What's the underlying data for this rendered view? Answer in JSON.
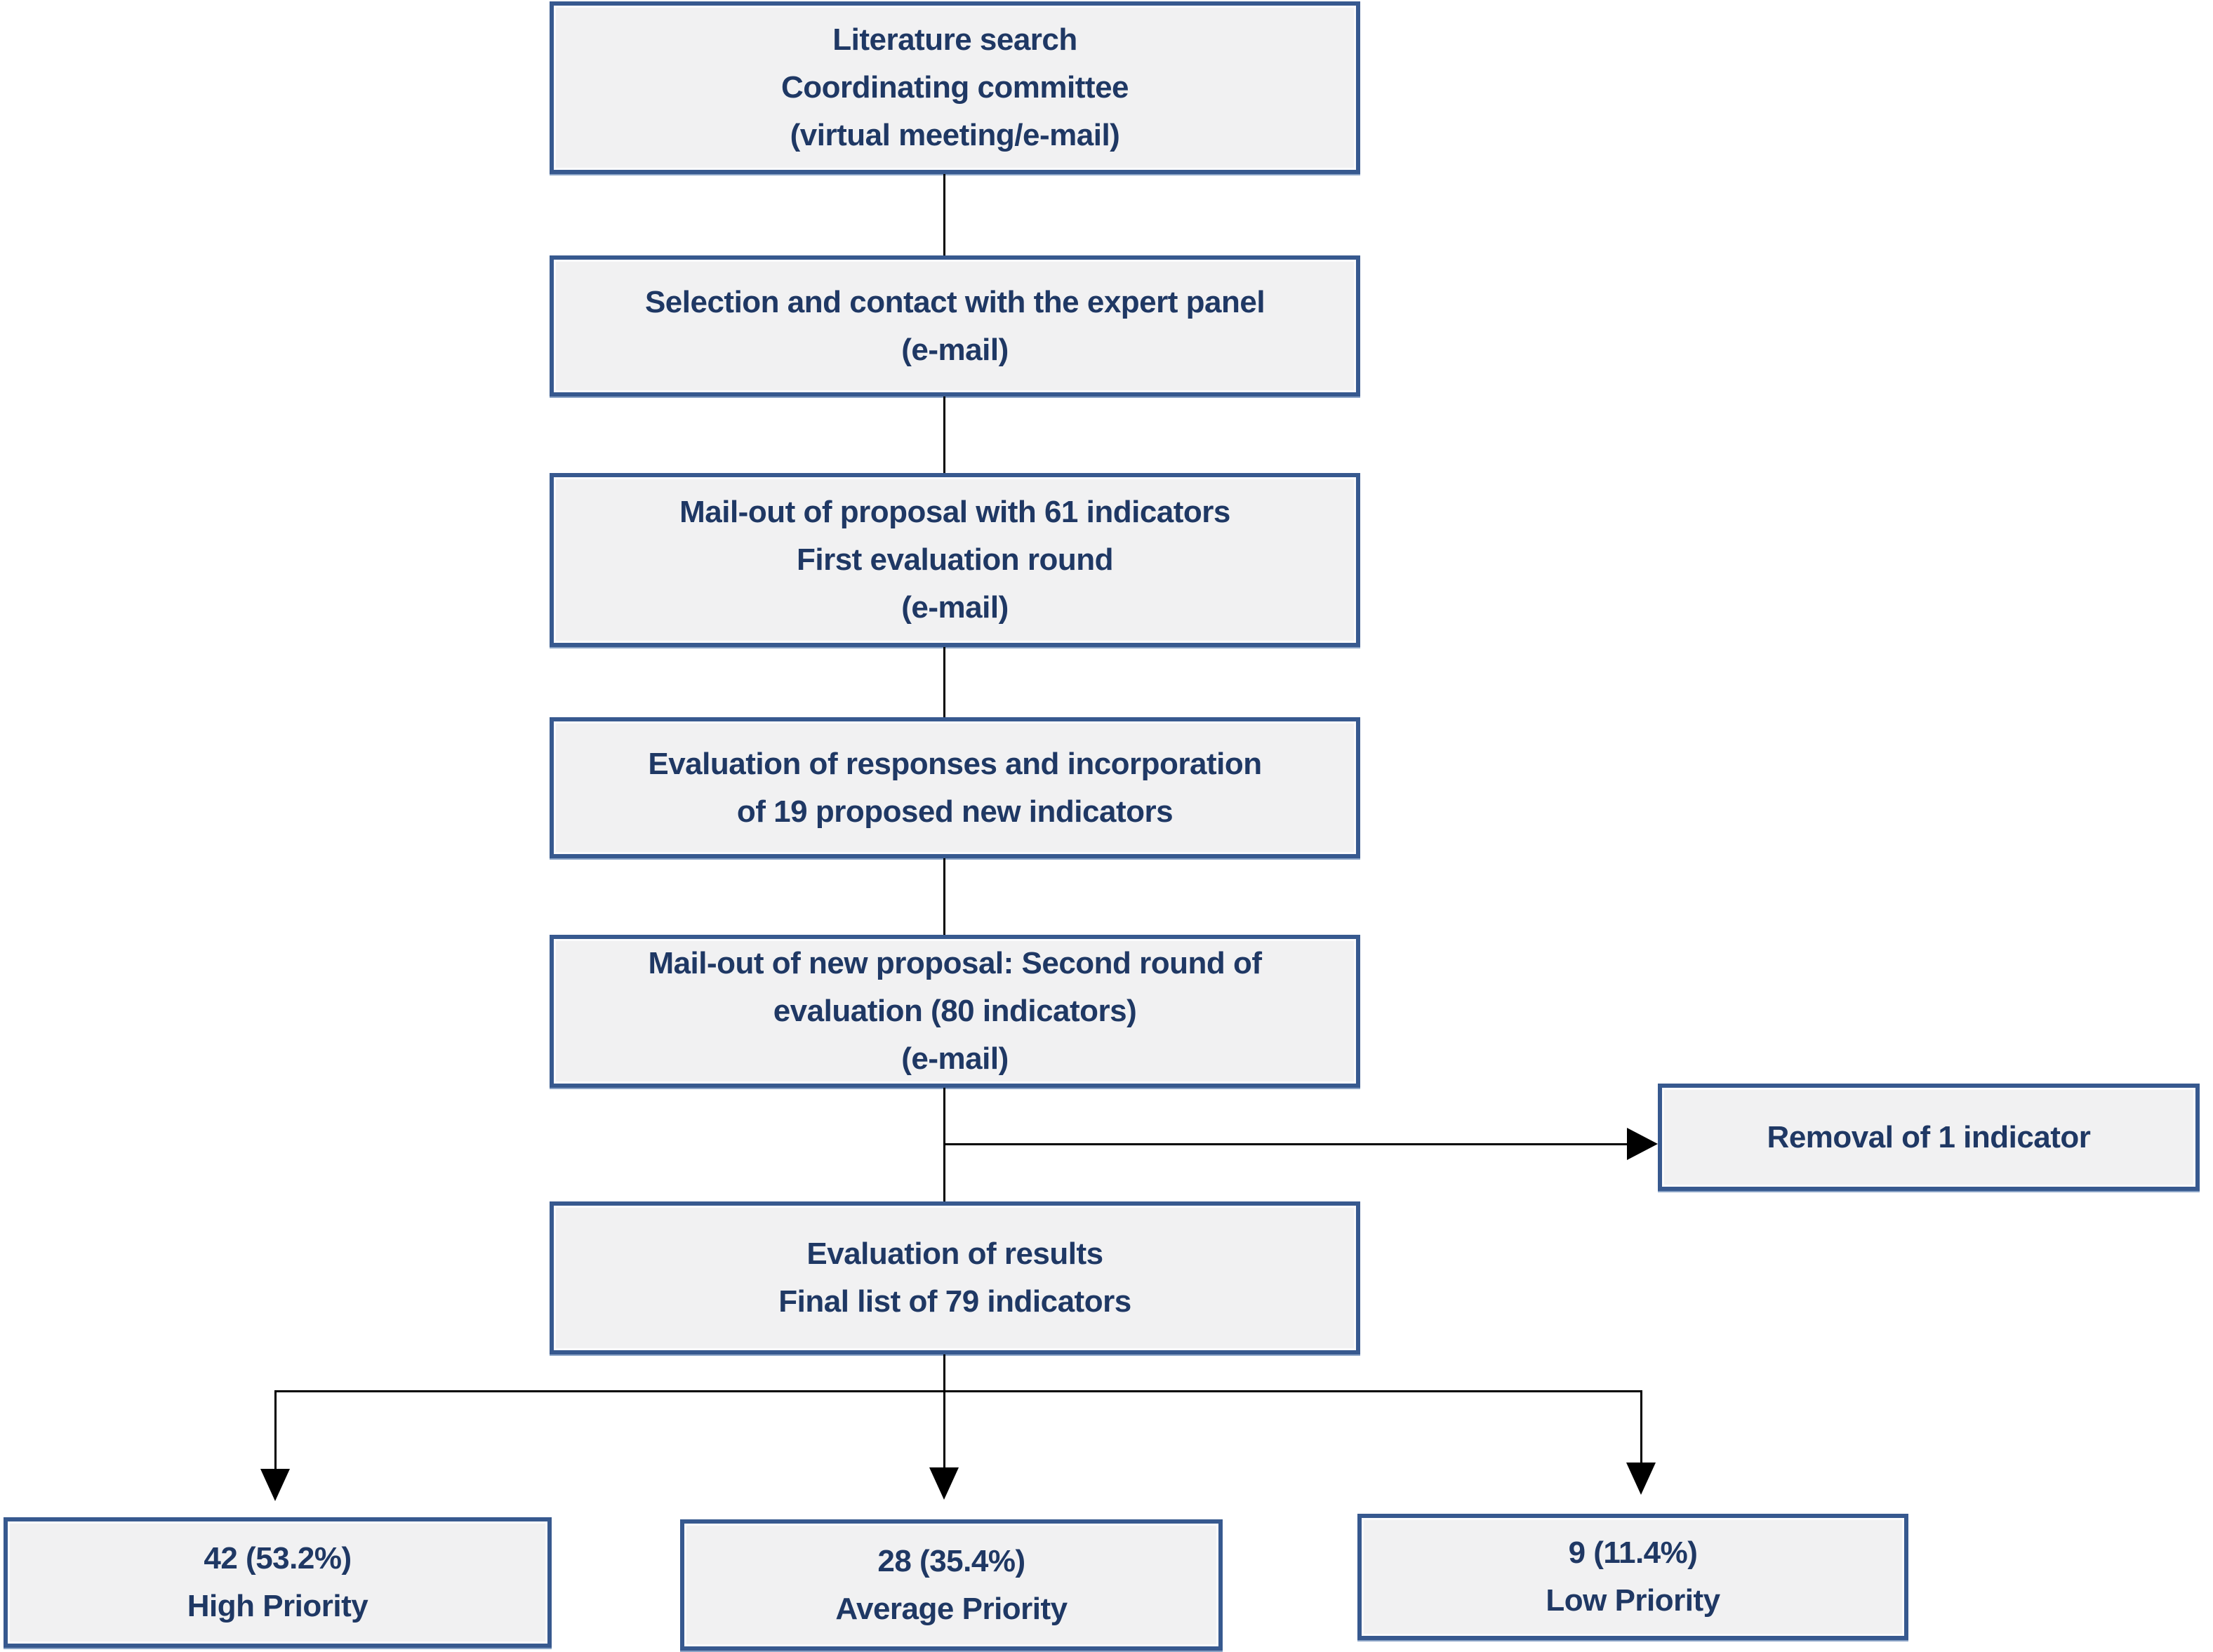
{
  "diagram": {
    "colors": {
      "border": "#37598f",
      "fill": "#f1f1f2",
      "text": "#1f3864",
      "connector": "#000000"
    },
    "boxes": {
      "literature": {
        "lines": [
          "Literature search",
          "Coordinating committee",
          "(virtual meeting/e-mail)"
        ]
      },
      "selection": {
        "lines": [
          "Selection and contact with the expert panel",
          "(e-mail)"
        ]
      },
      "mailout_first": {
        "lines": [
          "Mail-out of proposal with 61 indicators",
          "First evaluation round",
          "(e-mail)"
        ]
      },
      "evaluation_responses": {
        "lines": [
          "Evaluation of responses and incorporation",
          "of 19 proposed new indicators"
        ]
      },
      "mailout_second": {
        "lines": [
          "Mail-out of new proposal: Second round of",
          "evaluation (80 indicators)",
          "(e-mail)"
        ]
      },
      "removal": {
        "lines": [
          "Removal of 1 indicator"
        ]
      },
      "evaluation_results": {
        "lines": [
          "Evaluation of results",
          "Final list of 79 indicators"
        ]
      },
      "high_priority": {
        "lines": [
          "42 (53.2%)",
          "High Priority"
        ]
      },
      "average_priority": {
        "lines": [
          "28 (35.4%)",
          "Average Priority"
        ]
      },
      "low_priority": {
        "lines": [
          "9 (11.4%)",
          "Low Priority"
        ]
      }
    }
  }
}
